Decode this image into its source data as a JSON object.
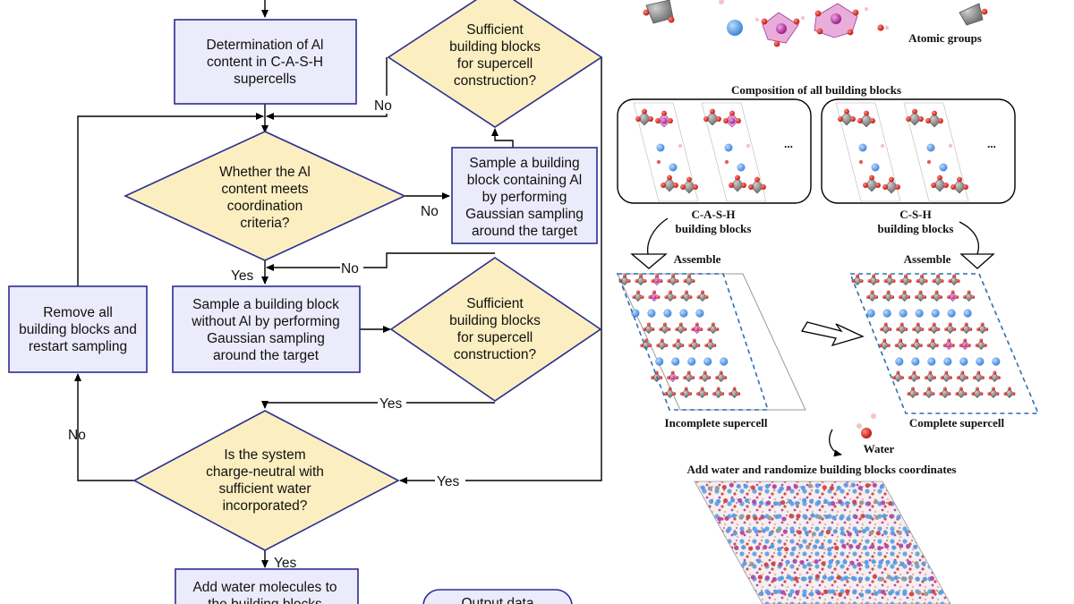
{
  "flowchart": {
    "det_al": [
      "Determination of Al",
      "content in C-A-S-H",
      "supercells"
    ],
    "suff_top": [
      "Sufficient",
      "building blocks",
      "for supercell",
      "construction?"
    ],
    "whether_al": [
      "Whether the Al",
      "content meets",
      "coordination",
      "criteria?"
    ],
    "sample_al": [
      "Sample a building",
      "block containing Al",
      "by performing",
      "Gaussian sampling",
      "around the target"
    ],
    "remove_all": [
      "Remove all",
      "building blocks and",
      "restart sampling"
    ],
    "sample_noal": [
      "Sample a building block",
      "without Al by performing",
      "Gaussian sampling",
      "around the target"
    ],
    "suff_mid": [
      "Sufficient",
      "building blocks",
      "for supercell",
      "construction?"
    ],
    "neutral": [
      "Is the system",
      "charge-neutral with",
      "sufficient water",
      "incorporated?"
    ],
    "add_water": [
      "Add water molecules to",
      "the building blocks"
    ],
    "output": "Output data",
    "labels": {
      "no": "No",
      "yes": "Yes"
    }
  },
  "illustration": {
    "atomic_groups": "Atomic groups",
    "composition_title": "Composition of all building blocks",
    "ellipsis": "...",
    "cash_label": [
      "C-A-S-H",
      "building blocks"
    ],
    "csh_label": [
      "C-S-H",
      "building blocks"
    ],
    "assemble": "Assemble",
    "incomplete": "Incomplete supercell",
    "complete": "Complete supercell",
    "water": "Water",
    "add_water_title": "Add water and randomize building blocks coordinates"
  },
  "colors": {
    "box_fill": "#ecebfb",
    "diamond_fill": "#fbeec0",
    "border": "#2b2d8e",
    "calcium": "#4a90e2",
    "silicon": "#8a8a8a",
    "aluminum": "#b02a9c",
    "oxygen": "#d22a1e",
    "hydrogen": "#f2c4c4",
    "dashed": "#2f6fb3"
  }
}
